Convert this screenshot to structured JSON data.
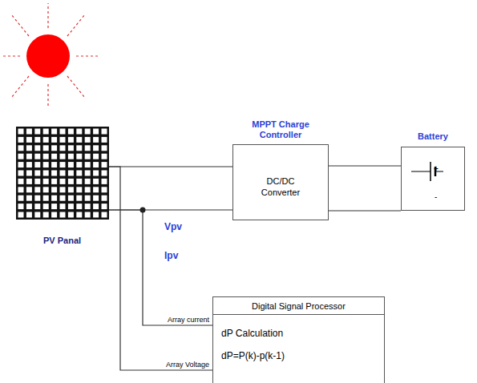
{
  "diagram": {
    "nodes": [
      {
        "text": [
          "PV Panal"
        ]
      },
      {
        "text": [
          "MPPT Charge Controller",
          "DC/DC Converter"
        ]
      },
      {
        "text": [
          "Battery"
        ]
      },
      {
        "text": [
          "Digital Signal Processor",
          "dP Calculation",
          "dP=P(k)-p(k-1)"
        ]
      }
    ],
    "edges": [
      {
        "from": 0,
        "to": 1,
        "arrow": "none"
      },
      {
        "from": 0,
        "to": 1,
        "arrow": "none"
      },
      {
        "from": 1,
        "to": 2,
        "arrow": "none"
      },
      {
        "from": 1,
        "to": 2,
        "arrow": "none"
      },
      {
        "from": 0,
        "to": 3,
        "label": "Array current",
        "arrow": "none"
      },
      {
        "from": 0,
        "to": 3,
        "label": "Array Voltage",
        "arrow": "none"
      }
    ],
    "labels": [
      "Vpv",
      "Ipv",
      "+",
      "-"
    ]
  }
}
